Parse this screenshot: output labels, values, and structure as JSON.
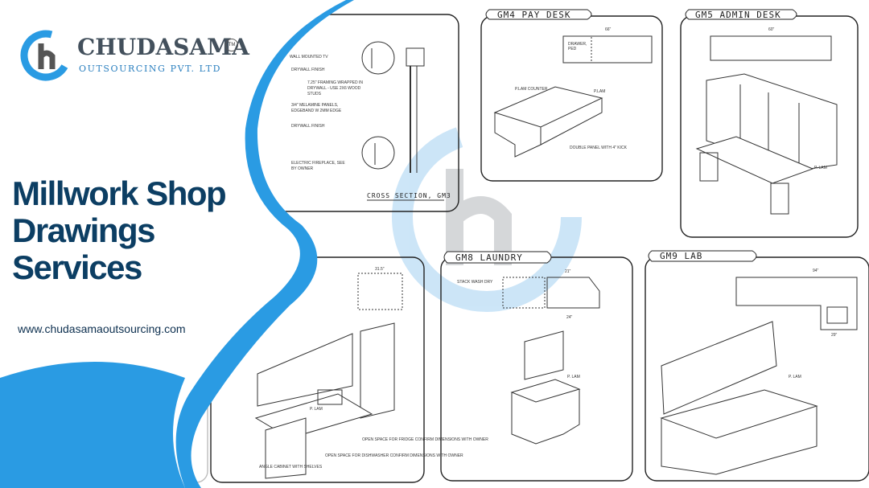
{
  "brand": {
    "name": "CHUDASAMA",
    "tm": "TM",
    "subtitle": "OUTSOURCING PVT. LTD",
    "colors": {
      "blue": "#2a9be3",
      "dark": "#0c3e63",
      "grey": "#43505c"
    }
  },
  "headline": {
    "line1": "Millwork Shop",
    "line2": "Drawings Services"
  },
  "website": "www.chudasamaoutsourcing.com",
  "drawings": {
    "cross_section": {
      "title": "CROSS SECTION, GM3",
      "notes": [
        "7.25\" FRAMING WRAPPED IN",
        "DRYWALL - USE 2X6 WOOD",
        "STUDS",
        "WALL MOUNTED TV",
        "DRYWALL FINISH",
        "3/4\" MELAMINE PANELS,",
        "EDGEBAND W 2MM EDGE",
        "DRYWALL FINISH",
        "ELECTRIC FIREPLACE, SEE",
        "BY OWNER"
      ]
    },
    "gm4": {
      "title": "GM4  PAY DESK",
      "dim_top": "66\"",
      "label_drawer": "DRAWER,",
      "label_ped": "PED",
      "label_corner": "P.LAM COUNTER",
      "label_panel": "DOUBLE PANEL WITH 4\" KICK",
      "label_plam": "P.LAM"
    },
    "gm5": {
      "title": "GM5  ADMIN DESK",
      "dim_top": "60\"",
      "label_plam": "P. LAM"
    },
    "gm_left": {
      "dim_top": "31.5\"",
      "label_plam": "P. LAM",
      "notes": [
        "OPEN SPACE FOR FRIDGE CONFIRM DIMENSIONS WITH OWNER",
        "OPEN SPACE FOR DISHWASHER CONFIRM DIMENSIONS WITH OWNER",
        "ANGLE CABINET WITH SHELVES"
      ]
    },
    "gm8": {
      "title": "GM8  LAUNDRY",
      "label_stack": "STACK WASH DRY",
      "dim_top": "21\"",
      "dim_bottom": "24\"",
      "label_plam": "P. LAM"
    },
    "gm9": {
      "title": "GM9  LAB",
      "dim_top": "94\"",
      "dim_side": "29\"",
      "label_plam": "P. LAM"
    }
  }
}
